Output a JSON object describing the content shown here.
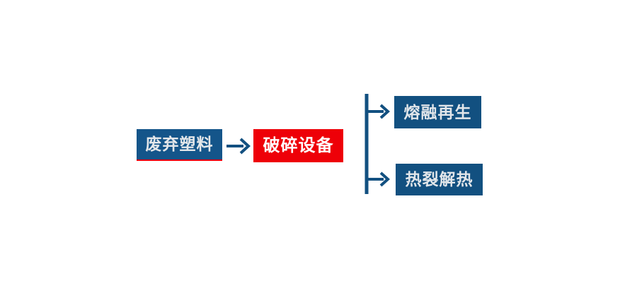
{
  "diagram": {
    "title_visible": false,
    "background_color": "#ffffff",
    "colors": {
      "navy": "#14558a",
      "navy_dark": "#125080",
      "red": "#ee0008",
      "red_underline": "#e8000d",
      "connector": "#125080",
      "text_light": "#e4e7ea",
      "text_white": "#ffffff"
    },
    "nodes": [
      {
        "id": "waste-plastic",
        "label": "废弃塑料",
        "shape": "rectangle",
        "fill": "#14558a",
        "text_color": "#e4e7ea",
        "accent_underline": "#e8000d"
      },
      {
        "id": "crusher-equipment",
        "label": "破碎设备",
        "shape": "rectangle",
        "fill": "#ee0008",
        "text_color": "#ffffff",
        "accent_underline": null
      },
      {
        "id": "melt-regeneration",
        "label": "熔融再生",
        "shape": "rectangle",
        "fill": "#125080",
        "text_color": "#e2e6ea",
        "accent_underline": null
      },
      {
        "id": "pyrolysis-heat",
        "label": "热裂解热",
        "shape": "rectangle",
        "fill": "#125080",
        "text_color": "#e2e6ea",
        "accent_underline": null
      }
    ],
    "connectors": [
      {
        "id": "waste-to-crusher",
        "type": "straight-arrow",
        "direction": "right",
        "from": "waste-plastic",
        "to": "crusher-equipment",
        "label": "",
        "color": "#125080"
      },
      {
        "id": "crusher-branch",
        "type": "branch-arrow",
        "direction": "right",
        "from": "crusher-equipment",
        "to": [
          "melt-regeneration",
          "pyrolysis-heat"
        ],
        "label": "",
        "color": "#125080",
        "branch_count": 2
      }
    ]
  }
}
